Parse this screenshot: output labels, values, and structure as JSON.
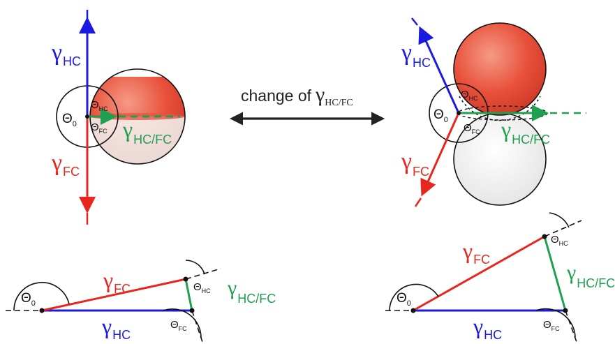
{
  "title_prefix": "change of",
  "labels": {
    "gamma": "γ",
    "theta": "Θ",
    "hc": "HC",
    "fc": "FC",
    "hcfc": "HC/FC",
    "zero": "0"
  },
  "colors": {
    "hc": "#1a1ae0",
    "fc": "#e8261d",
    "hcfc": "#1fa050",
    "droplet": "#e8503a"
  }
}
